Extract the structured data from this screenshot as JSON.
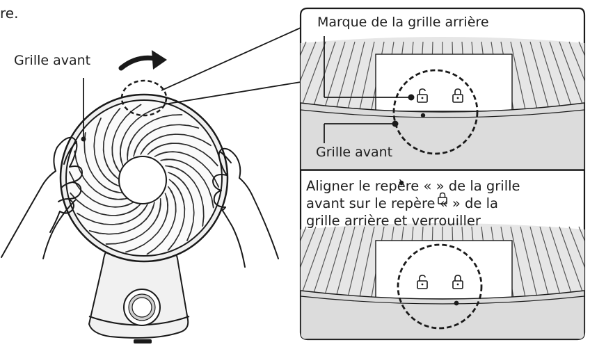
{
  "labels": {
    "fragment_top": "re.",
    "front_grille_main": "Grille avant",
    "rear_grille_mark": "Marque de la grille arrière",
    "front_grille_detail": "Grille avant",
    "instruction_line1": "Aligner le repère «  » de la grille",
    "instruction_line2": "avant sur le repère «  » de la",
    "instruction_line3": "grille arrière et verrouiller"
  },
  "icons": {
    "rotation_arrow": "curved-arrow-icon",
    "lock_open": "unlocked-padlock-icon",
    "lock_closed": "locked-padlock-icon",
    "mark_dot": "dot-mark-icon"
  },
  "colors": {
    "line": "#1a1a1a",
    "fill_light": "#ececec",
    "fill_mid": "#d9d9d9",
    "fill_band": "#dcdcdc",
    "background": "#ffffff"
  }
}
